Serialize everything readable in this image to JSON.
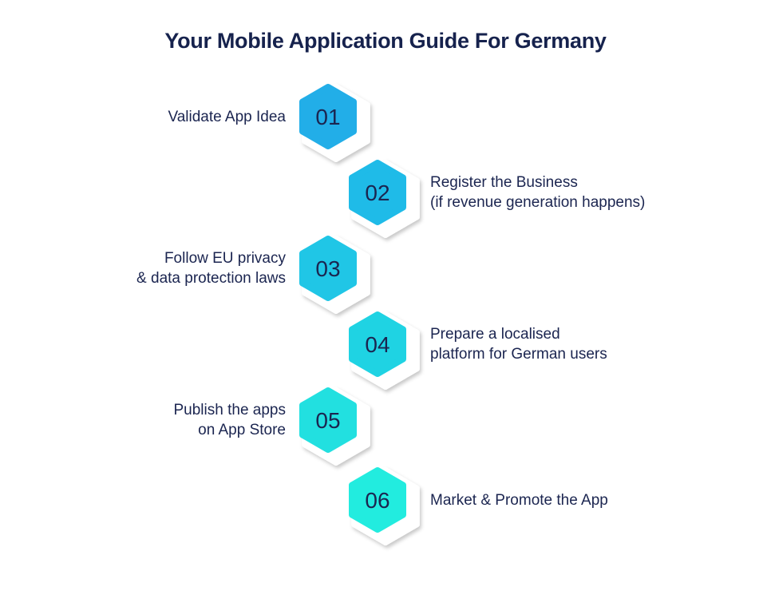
{
  "title": "Your Mobile Application Guide For Germany",
  "steps": [
    {
      "number": "01",
      "lines": [
        "Validate App Idea"
      ],
      "color": "#22aee8",
      "side": "left"
    },
    {
      "number": "02",
      "lines": [
        "Register the Business",
        "(if revenue generation happens)"
      ],
      "color": "#1fbbe8",
      "side": "right"
    },
    {
      "number": "03",
      "lines": [
        "Follow EU privacy",
        "& data protection laws"
      ],
      "color": "#20c6e6",
      "side": "left"
    },
    {
      "number": "04",
      "lines": [
        "Prepare a localised",
        "platform for German users"
      ],
      "color": "#1fd3e3",
      "side": "right"
    },
    {
      "number": "05",
      "lines": [
        "Publish the apps",
        "on App Store"
      ],
      "color": "#22e0e0",
      "side": "left"
    },
    {
      "number": "06",
      "lines": [
        "Market & Promote the App"
      ],
      "color": "#22ecdf",
      "side": "right"
    }
  ]
}
